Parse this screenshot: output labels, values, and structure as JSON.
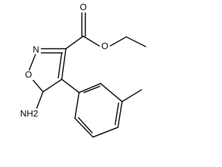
{
  "diagram": {
    "atoms": {
      "ring_n": "N",
      "ring_o": "O",
      "carbonyl_o": "O",
      "ester_o": "O",
      "amino": "NH2"
    }
  }
}
